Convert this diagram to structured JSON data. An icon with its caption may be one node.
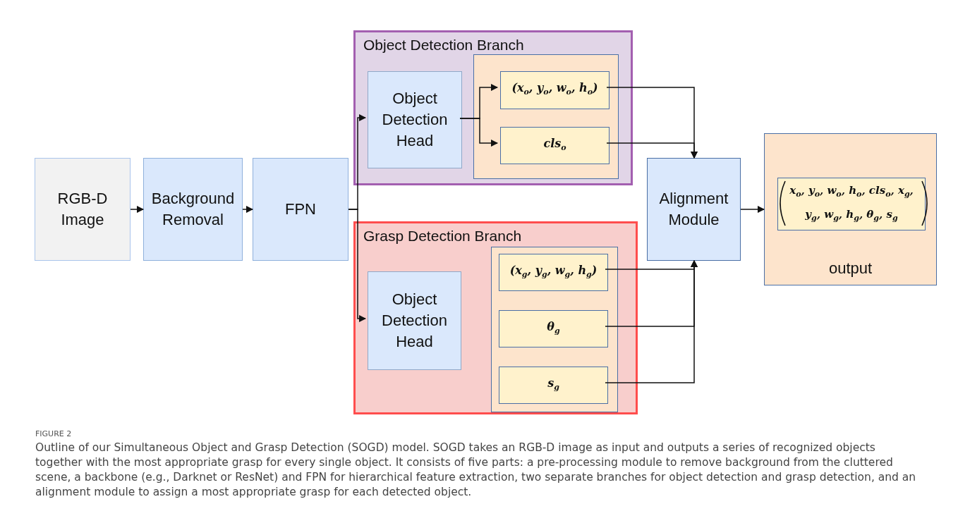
{
  "diagram": {
    "caption": "Outline of our Simultaneous Object and Grasp Detection (SOGD) model. SOGD takes an RGB-D image as input and outputs a series of recognized objects together with the most appropriate grasp for every single object. It consists of five parts: a pre-processing module to remove background from the cluttered scene, a backbone (e.g., Darknet or ResNet) and FPN for hierarchical feature extraction, two separate branches for object detection and grasp detection, and an alignment module to assign a most appropriate grasp for each detected object.",
    "nodes": [
      {
        "text": [
          "RGB-D Image"
        ]
      },
      {
        "text": [
          "Background Removal"
        ]
      },
      {
        "text": [
          "FPN"
        ]
      },
      {
        "text": [
          "Object Detection Branch"
        ]
      },
      {
        "text": [
          "Object Detection Head"
        ],
        "in": 3
      },
      {
        "text": [],
        "shape": "box",
        "in": 3
      },
      {
        "text": [
          "(x$_{o}$, y$_{o}$, w$_{o}$, h$_{o}$)"
        ],
        "in": 5
      },
      {
        "text": [
          "cls$_{o}$"
        ],
        "in": 5
      },
      {
        "text": [
          "Grasp Detection Branch"
        ]
      },
      {
        "text": [
          "Object Detection Head"
        ],
        "in": 8
      },
      {
        "text": [],
        "shape": "box",
        "in": 8
      },
      {
        "text": [
          "(x$_{g}$, y$_{g}$, w$_{g}$, h$_{g}$)"
        ],
        "in": 10
      },
      {
        "text": [
          "θ$_{g}$"
        ],
        "in": 10
      },
      {
        "text": [
          "s$_{g}$"
        ],
        "in": 10
      },
      {
        "text": [
          "Alignment Module"
        ]
      },
      {
        "text": [
          "output"
        ]
      },
      {
        "text": [
          "x$_{o}$, y$_{o}$, w$_{o}$, h$_{o}$, cls$_{o}$, x$_{g}$, y$_{g}$, w$_{g}$, h$_{g}$, θ$_{g}$, s$_{g}$"
        ],
        "in": 15
      }
    ],
    "edges": [
      {
        "from": 0,
        "to": 1,
        "arrow": "to"
      },
      {
        "from": 1,
        "to": 2,
        "arrow": "to"
      },
      {
        "from": 2,
        "to": 4,
        "arrow": "to"
      },
      {
        "from": 2,
        "to": 9,
        "arrow": "to"
      },
      {
        "from": 4,
        "to": 6,
        "arrow": "to"
      },
      {
        "from": 4,
        "to": 7,
        "arrow": "to"
      },
      {
        "from": 6,
        "to": 14,
        "arrow": "to"
      },
      {
        "from": 7,
        "to": 14,
        "arrow": "to"
      },
      {
        "from": 11,
        "to": 14,
        "arrow": "to"
      },
      {
        "from": 12,
        "to": 14,
        "arrow": "to"
      },
      {
        "from": 13,
        "to": 14,
        "arrow": "to"
      },
      {
        "from": 14,
        "to": 15,
        "arrow": "to"
      }
    ],
    "labels": [
      "FIGURE 2"
    ]
  }
}
